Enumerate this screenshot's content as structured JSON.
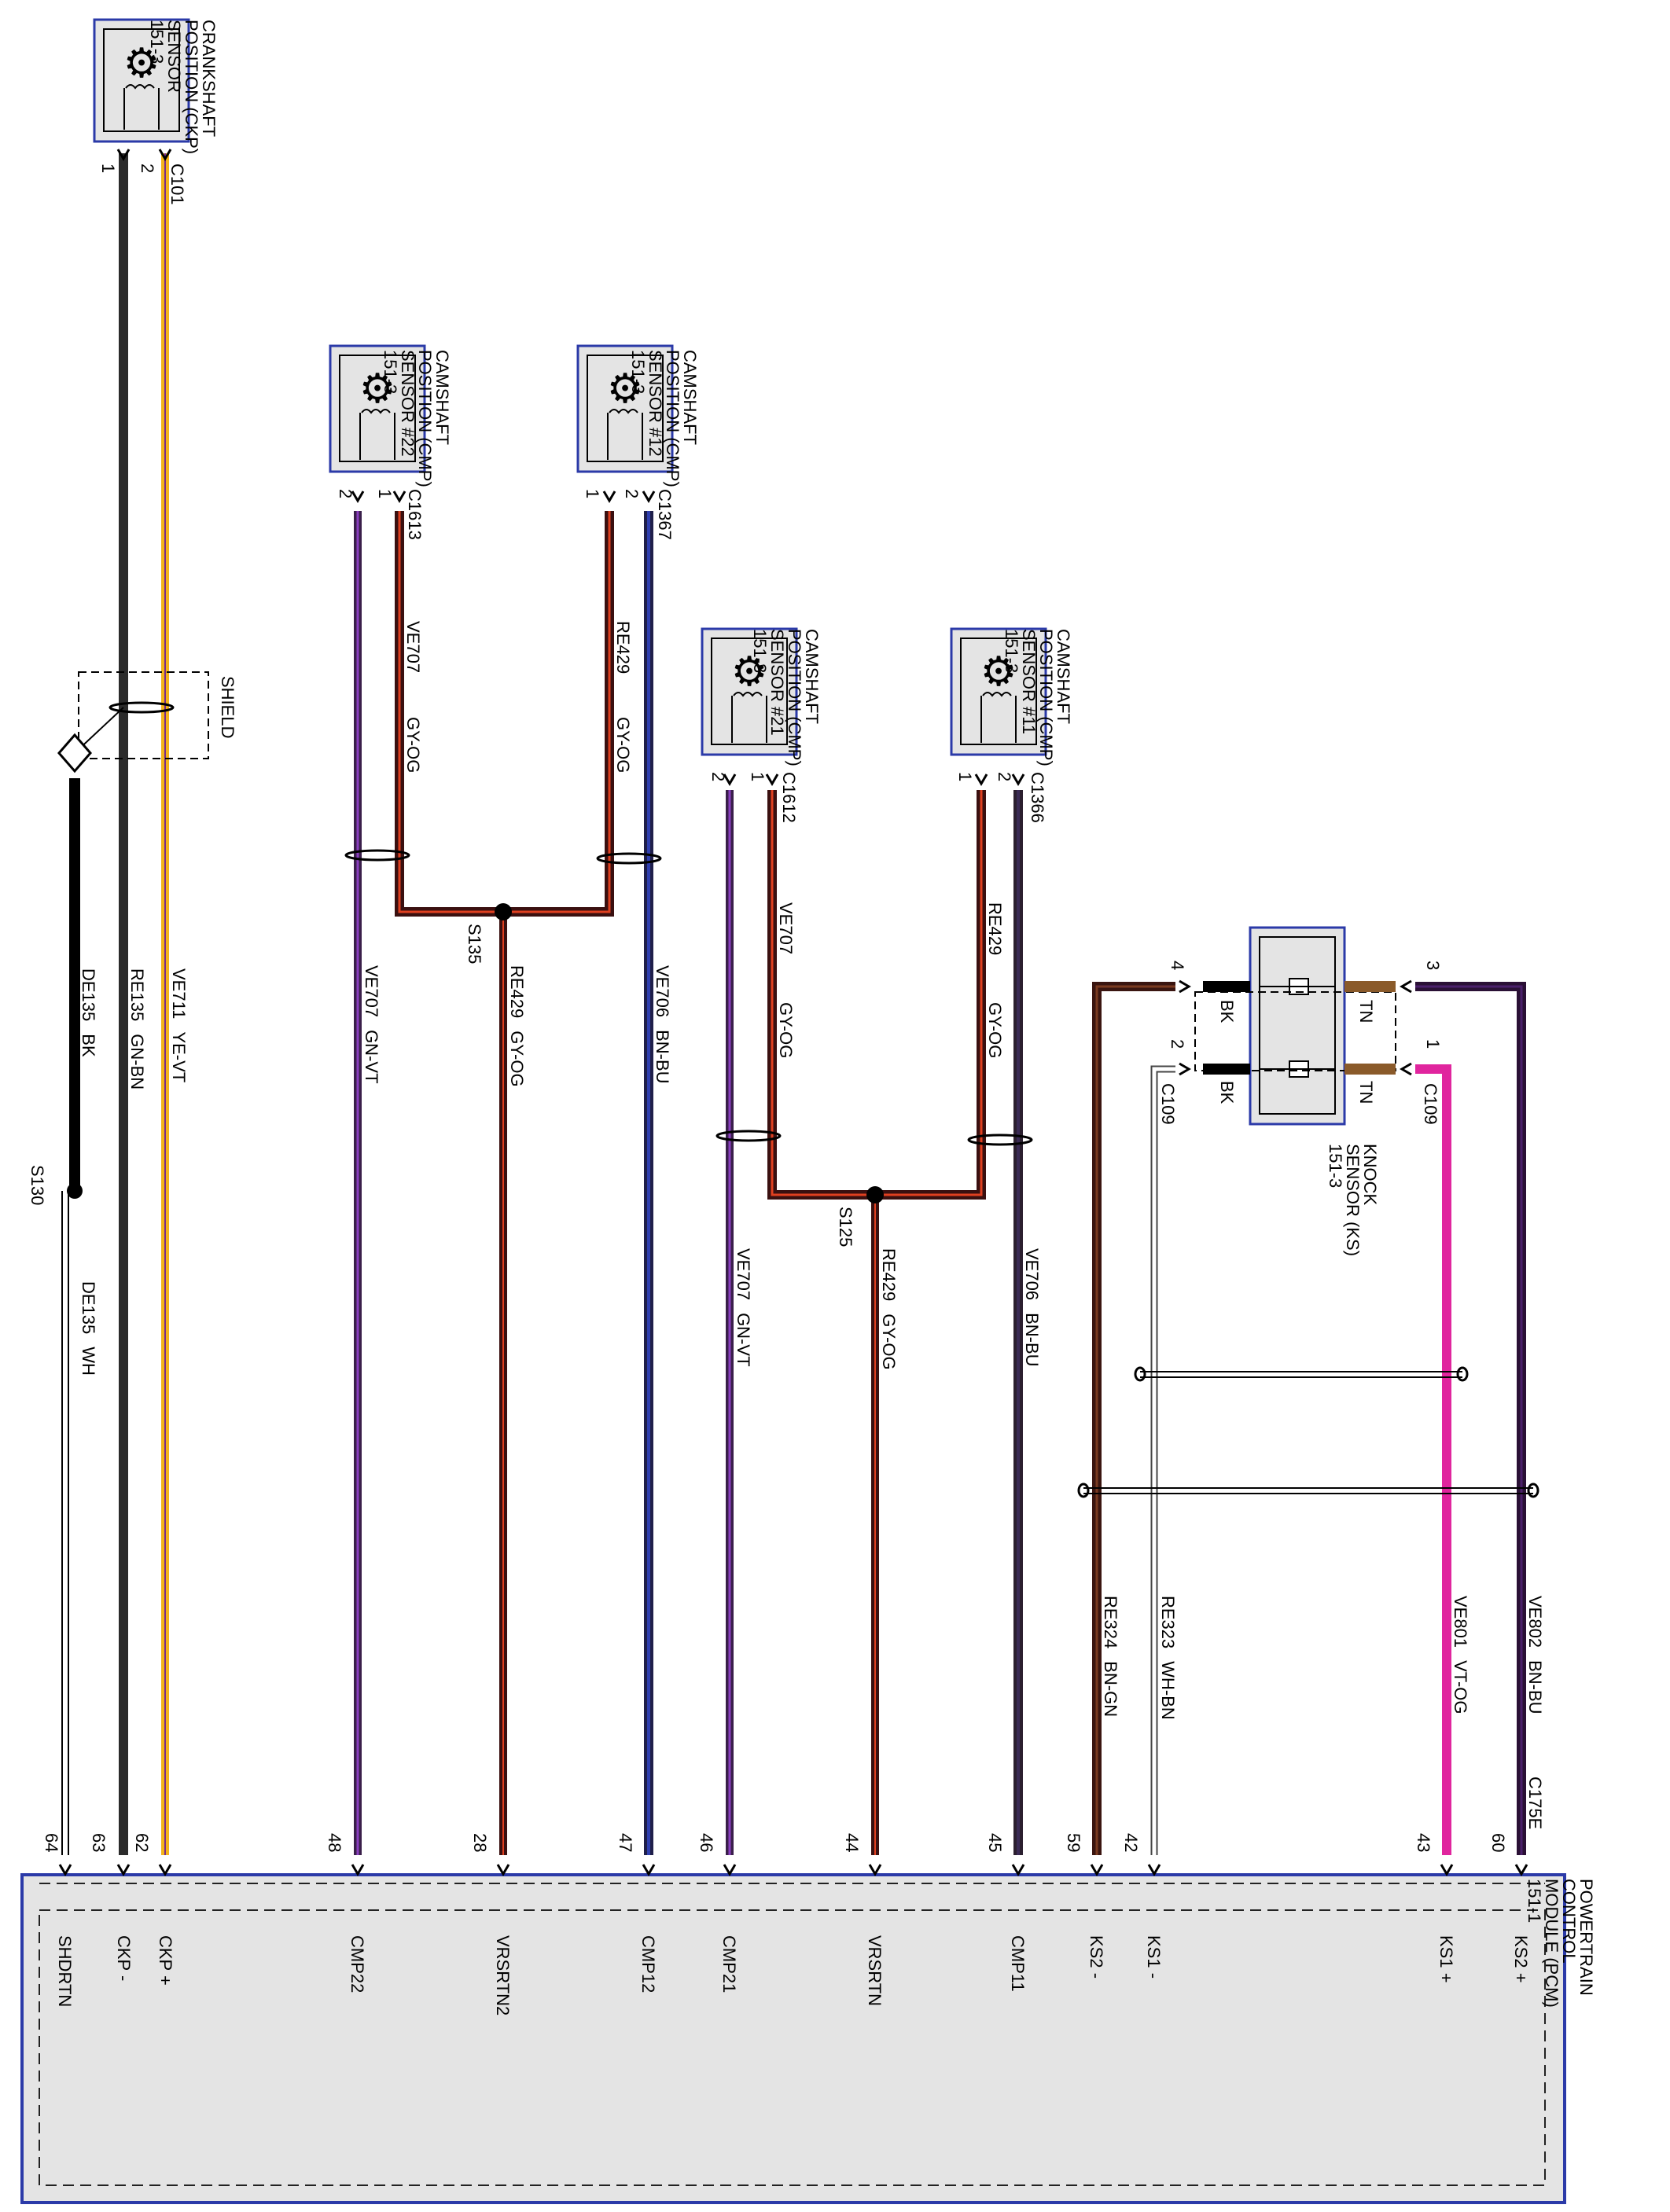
{
  "wires": [
    {
      "id": "w62",
      "pin": "62",
      "circuit": "VE711",
      "color": "YE-VT",
      "hex": "#f4b41a",
      "stripe": "#7a2d8c",
      "signal": "CKP +"
    },
    {
      "id": "w63",
      "pin": "63",
      "circuit": "RE135",
      "color": "GN-BN",
      "hex": "#2b2b2b",
      "stripe": "#000000",
      "signal": "CKP -"
    },
    {
      "id": "w64",
      "pin": "64",
      "circuit": "DE135",
      "color": "WH",
      "hex": "#ffffff",
      "stripe": "#000000",
      "signal": "SHDRTN"
    },
    {
      "id": "w64b",
      "circuit": "DE135",
      "color": "BK",
      "hex": "#000000"
    },
    {
      "id": "w48",
      "pin": "48",
      "circuit": "VE707",
      "color": "GN-VT",
      "hex": "#3a1f4a",
      "stripe": "#8a3fc0",
      "signal": "CMP22"
    },
    {
      "id": "w28",
      "pin": "28",
      "circuit": "RE429",
      "color": "GY-OG",
      "hex": "#3a1010",
      "stripe": "#e04020",
      "signal": "VRSRTN2"
    },
    {
      "id": "w47",
      "pin": "47",
      "circuit": "VE706",
      "color": "BN-BU",
      "hex": "#1f1f4a",
      "stripe": "#2f3fb0",
      "signal": "CMP12"
    },
    {
      "id": "w46",
      "pin": "46",
      "circuit": "VE707",
      "color": "GN-VT",
      "hex": "#3a1f4a",
      "stripe": "#8a3fc0",
      "signal": "CMP21"
    },
    {
      "id": "w44",
      "pin": "44",
      "circuit": "RE429",
      "color": "GY-OG",
      "hex": "#3a1010",
      "stripe": "#e04020",
      "signal": "VRSRTN"
    },
    {
      "id": "w45",
      "pin": "45",
      "circuit": "VE706",
      "color": "BN-BU",
      "hex": "#2b1f2f",
      "stripe": "#3a2a55",
      "signal": "CMP11"
    },
    {
      "id": "w59",
      "pin": "59",
      "circuit": "RE324",
      "color": "BN-GN",
      "hex": "#3a1510",
      "stripe": "#7a3a20",
      "signal": "KS2 -"
    },
    {
      "id": "w42",
      "pin": "42",
      "circuit": "RE323",
      "color": "WH-BN",
      "hex": "#ffffff",
      "stripe": "#555555",
      "signal": "KS1 -"
    },
    {
      "id": "w43",
      "pin": "43",
      "circuit": "VE801",
      "color": "VT-OG",
      "hex": "#e0259e",
      "stripe": "#ff66cc",
      "signal": "KS1 +"
    },
    {
      "id": "w60",
      "pin": "60",
      "circuit": "VE802",
      "color": "BN-BU",
      "hex": "#2a1035",
      "stripe": "#4a1f6a",
      "signal": "KS2 +"
    }
  ],
  "labels": {
    "ckp_title": [
      "CRANKSHAFT",
      "POSITION (CKP)",
      "SENSOR",
      "151-3"
    ],
    "cmp22_title": [
      "CAMSHAFT",
      "POSITION (CMP)",
      "SENSOR #22",
      "151-3"
    ],
    "cmp12_title": [
      "CAMSHAFT",
      "POSITION (CMP)",
      "SENSOR #12",
      "151-3"
    ],
    "cmp21_title": [
      "CAMSHAFT",
      "POSITION (CMP)",
      "SENSOR #21",
      "151-3"
    ],
    "cmp11_title": [
      "CAMSHAFT",
      "POSITION (CMP)",
      "SENSOR #11",
      "151-3"
    ],
    "ks_title": [
      "KNOCK",
      "SENSOR (KS)",
      "151-3"
    ],
    "pcm_title": [
      "POWERTRAIN",
      "CONTROL",
      "MODULE (PCM)",
      "151-1"
    ],
    "shield": "SHIELD",
    "splices": {
      "s130": "S130",
      "s135": "S135",
      "s125": "S125"
    },
    "connectors": {
      "c101": "C101",
      "c1613": "C1613",
      "c1367": "C1367",
      "c1612": "C1612",
      "c1366": "C1366",
      "c109a": "C109",
      "c109b": "C109",
      "c175e": "C175E"
    },
    "pin_numbers": {
      "p1": "1",
      "p2": "2",
      "p3": "3",
      "p4": "4"
    },
    "ks_wire_colors": {
      "bk": "BK",
      "tn": "TN"
    }
  },
  "colors": {
    "module_fill": "#e4e4e4",
    "box_border": "#2b3aa8",
    "sensor_fill": "#e4e4e4"
  }
}
